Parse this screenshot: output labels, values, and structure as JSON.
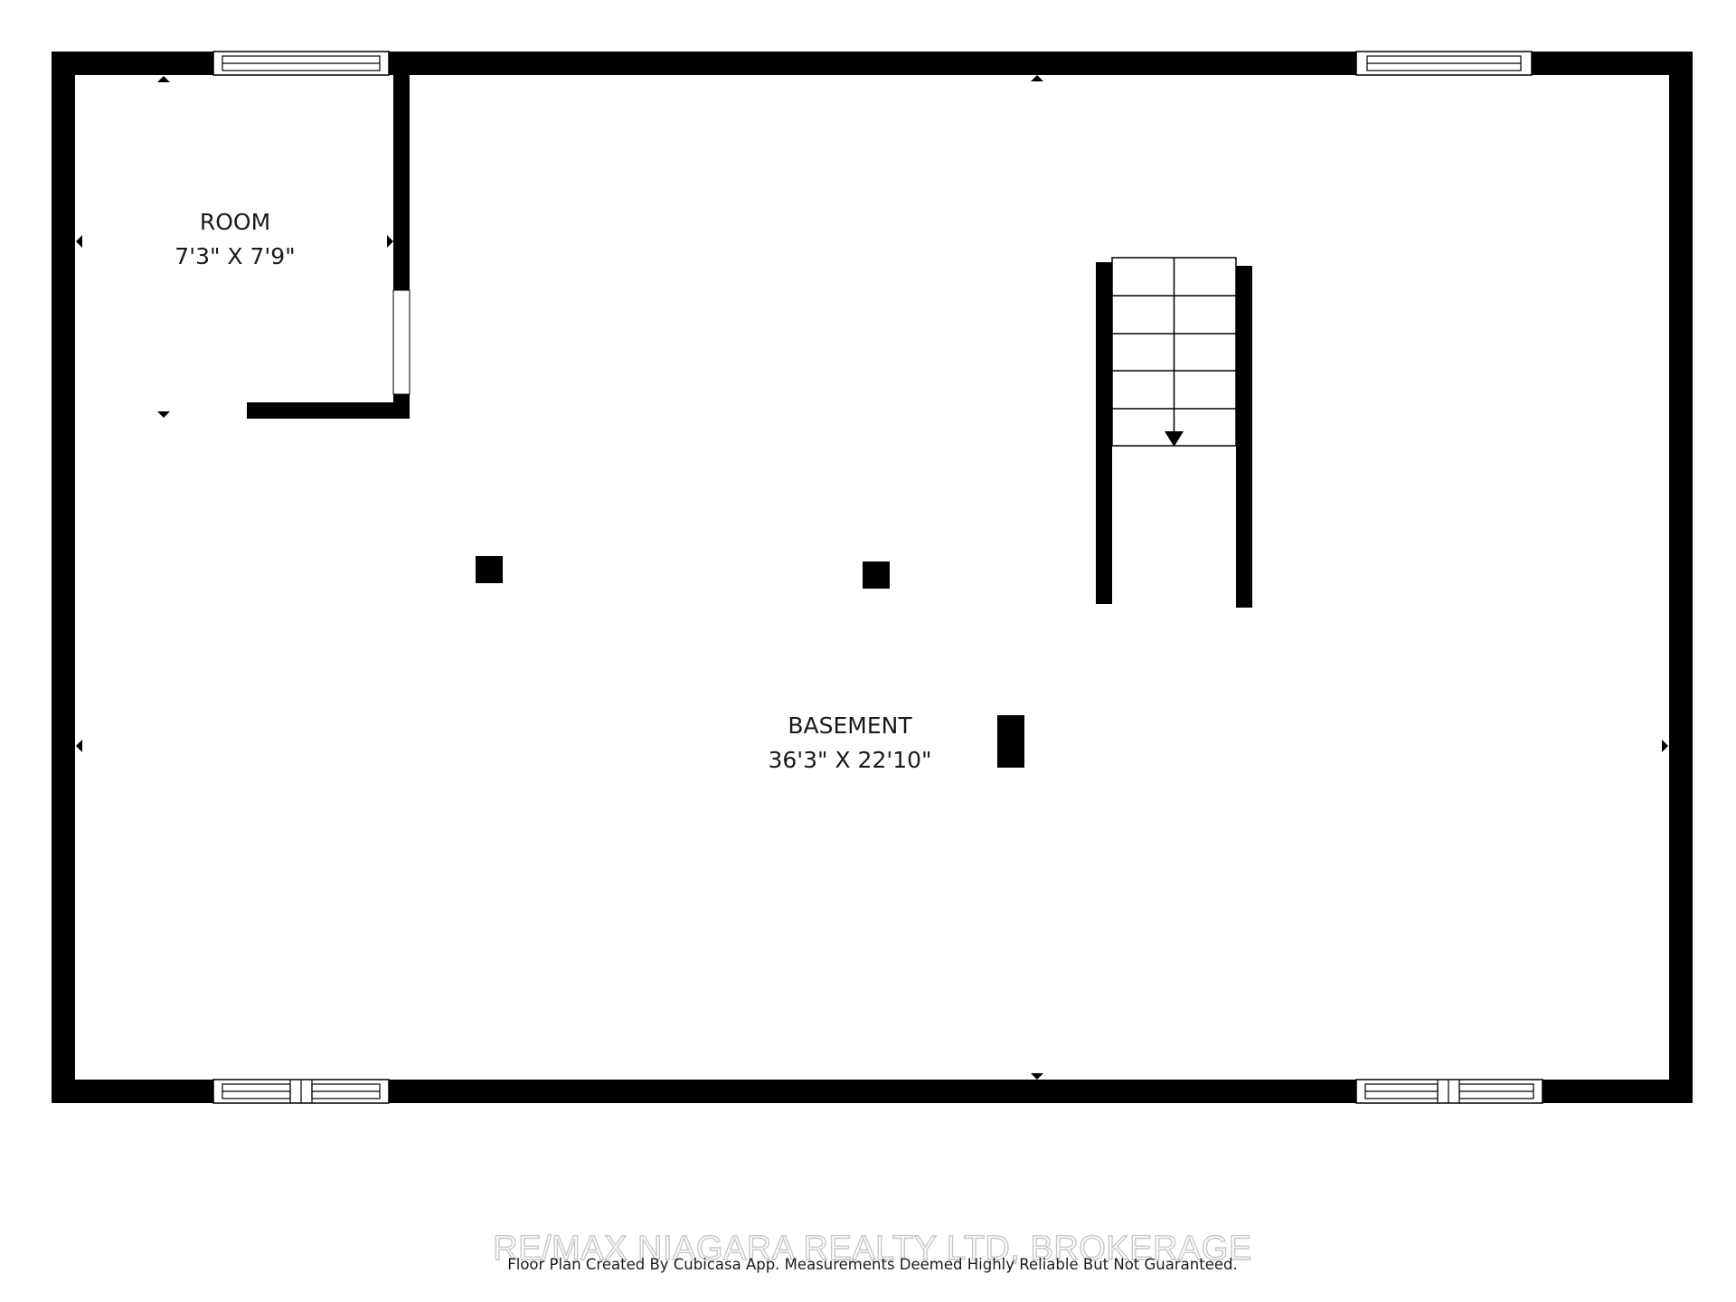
{
  "rooms": {
    "room": {
      "name": "ROOM",
      "dimensions": "7'3\" X 7'9\""
    },
    "basement": {
      "name": "BASEMENT",
      "dimensions": "36'3\" X 22'10\""
    }
  },
  "watermark": "RE/MAX NIAGARA REALTY LTD, BROKERAGE",
  "disclaimer": "Floor Plan Created By Cubicasa App. Measurements Deemed Highly Reliable But Not Guaranteed.",
  "colors": {
    "wall": "#000000",
    "background": "#ffffff",
    "text": "#1a1a1a"
  }
}
